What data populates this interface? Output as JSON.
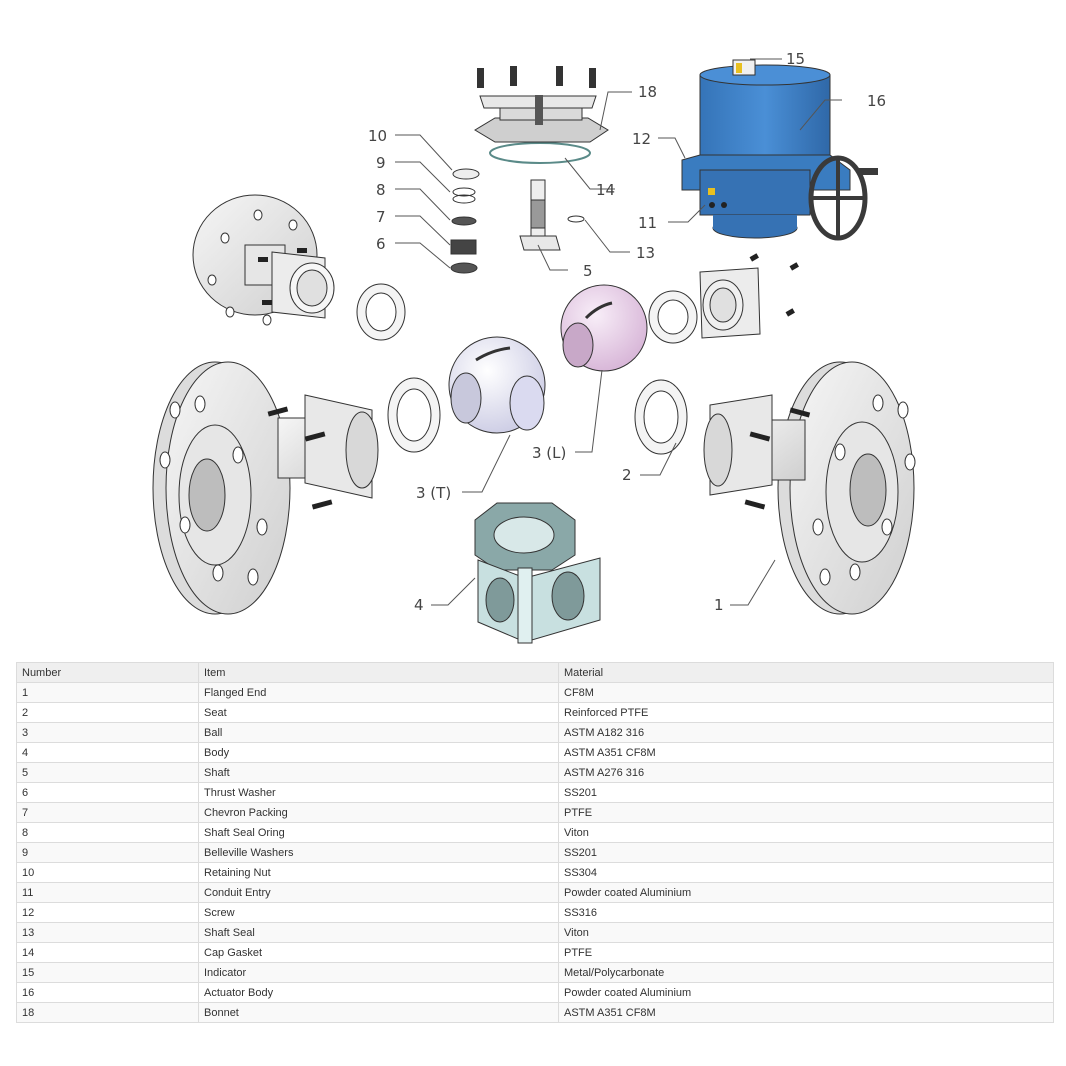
{
  "diagram": {
    "title": "Electric actuated 3-way ball valve exploded view",
    "callouts": {
      "c1": "1",
      "c2": "2",
      "c3t": "3 (T)",
      "c3l": "3 (L)",
      "c4": "4",
      "c5": "5",
      "c6": "6",
      "c7": "7",
      "c8": "8",
      "c9": "9",
      "c10": "10",
      "c11": "11",
      "c12": "12",
      "c13": "13",
      "c14": "14",
      "c15": "15",
      "c16": "16",
      "c18": "18"
    },
    "colors": {
      "actuator": "#3d7fc4",
      "ball_t": "#e4e4f4",
      "ball_l": "#ecd0ec",
      "body": "#c4dcdc",
      "metal": "#ececec",
      "handwheel": "#3a3a3a",
      "indicator": "#e8c020"
    }
  },
  "table": {
    "headers": [
      "Number",
      "Item",
      "Material"
    ],
    "rows": [
      [
        "1",
        "Flanged End",
        "CF8M"
      ],
      [
        "2",
        "Seat",
        "Reinforced PTFE"
      ],
      [
        "3",
        "Ball",
        "ASTM A182 316"
      ],
      [
        "4",
        "Body",
        "ASTM A351 CF8M"
      ],
      [
        "5",
        "Shaft",
        "ASTM A276 316"
      ],
      [
        "6",
        "Thrust Washer",
        "SS201"
      ],
      [
        "7",
        "Chevron Packing",
        "PTFE"
      ],
      [
        "8",
        "Shaft Seal Oring",
        "Viton"
      ],
      [
        "9",
        "Belleville Washers",
        "SS201"
      ],
      [
        "10",
        "Retaining Nut",
        "SS304"
      ],
      [
        "11",
        "Conduit Entry",
        "Powder coated Aluminium"
      ],
      [
        "12",
        "Screw",
        "SS316"
      ],
      [
        "13",
        "Shaft Seal",
        "Viton"
      ],
      [
        "14",
        "Cap Gasket",
        "PTFE"
      ],
      [
        "15",
        "Indicator",
        "Metal/Polycarbonate"
      ],
      [
        "16",
        "Actuator Body",
        "Powder coated Aluminium"
      ],
      [
        "18",
        "Bonnet",
        "ASTM A351 CF8M"
      ]
    ]
  }
}
